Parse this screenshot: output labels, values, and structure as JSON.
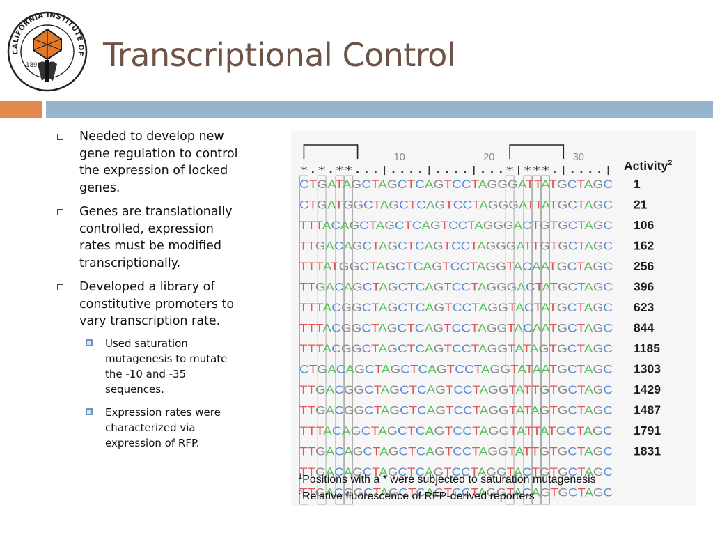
{
  "title": "Transcriptional Control",
  "logo": {
    "year": "1891",
    "ring_text": "CALIFORNIA INSTITUTE OF TECHNOLOGY"
  },
  "colors": {
    "title": "#6e5346",
    "band_orange": "#e4894d",
    "band_blue": "#98b3cc",
    "base_T": "#e05555",
    "base_G": "#8a8a8a",
    "base_C": "#5b8bd6",
    "base_A": "#57c05c",
    "mutation_box": "#9a9a9a"
  },
  "bullets": [
    {
      "text": "Needed to develop new gene regulation to control the expression of locked genes.",
      "lines": [
        "Needed to develop new",
        "gene regulation to control",
        "the expression of locked",
        "genes."
      ]
    },
    {
      "text": "Genes are translationally controlled, expression rates must be modified transcriptionally.",
      "lines": [
        "Genes are translationally",
        "controlled, expression",
        "rates must be modified",
        "transcriptionally."
      ]
    },
    {
      "text": "Developed a library of constitutive promoters to vary transcription rate.",
      "lines": [
        "Developed a library of",
        "constitutive promoters to",
        "vary transcription rate."
      ],
      "sub": [
        {
          "text": "Used saturation mutagenesis to mutate the -10 and -35 sequences.",
          "lines": [
            "Used saturation",
            "mutagenesis to mutate",
            "the -10 and -35",
            "sequences."
          ]
        },
        {
          "text": "Expression rates were characterized via expression of RFP.",
          "lines": [
            "Expression rates were",
            "characterized via",
            "expression of RFP."
          ]
        }
      ]
    }
  ],
  "figure": {
    "ruler": "*.*.**...|....|....|...*|***.|....|",
    "position_ticks": [
      {
        "label": "10",
        "position": 10
      },
      {
        "label": "20",
        "position": 20
      },
      {
        "label": "30",
        "position": 30
      }
    ],
    "activity_header": "Activity",
    "activity_header_sup": "2",
    "bracket_regions": [
      [
        1,
        6
      ],
      [
        24,
        29
      ]
    ],
    "rows": [
      {
        "sequence": "CTGATAGCTAGCTCAGTCCTAGGGATTATGCTAGC",
        "activity": "1"
      },
      {
        "sequence": "CTGATGGCTAGCTCAGTCCTAGGGATTATGCTAGC",
        "activity": "21"
      },
      {
        "sequence": "TTTACAGCTAGCTCAGTCCTAGGGACTGTGCTAGC",
        "activity": "106"
      },
      {
        "sequence": "TTGACAGCTAGCTCAGTCCTAGGGATTGTGCTAGC",
        "activity": "162"
      },
      {
        "sequence": "TTTATGGCTAGCTCAGTCCTAGGTACAATGCTAGC",
        "activity": "256"
      },
      {
        "sequence": "TTGACAGCTAGCTCAGTCCTAGGGACTATGCTAGC",
        "activity": "396"
      },
      {
        "sequence": "TTTACGGCTAGCTCAGTCCTAGGTACTATGCTAGC",
        "activity": "623"
      },
      {
        "sequence": "TTTACGGCTAGCTCAGTCCTAGGTACAATGCTAGC",
        "activity": "844"
      },
      {
        "sequence": "TTTACGGCTAGCTCAGTCCTAGGTATAGTGCTAGC",
        "activity": "1185"
      },
      {
        "sequence": "CTGACAGCTAGCTCAGTCCTAGGTATAATGCTAGC",
        "activity": "1303"
      },
      {
        "sequence": "TTGACGGCTAGCTCAGTCCTAGGTATTGTGCTAGC",
        "activity": "1429"
      },
      {
        "sequence": "TTGACGGCTAGCTCAGTCCTAGGTATAGTGCTAGC",
        "activity": "1487"
      },
      {
        "sequence": "TTTACAGCTAGCTCAGTCCTAGGTATTATGCTAGC",
        "activity": "1791"
      },
      {
        "sequence": "TTGACAGCTAGCTCAGTCCTAGGTATTGTGCTAGC",
        "activity": "1831"
      },
      {
        "sequence": "TTGACAGCTAGCTCAGTCCTAGGTACTGTGCTAGC",
        "activity": ""
      },
      {
        "sequence": "TTGACGGCTAGCTCAGTCCTAGGTACAGTGCTAGC",
        "activity": ""
      }
    ],
    "footnotes": [
      {
        "sup": "1",
        "text": "Positions with a * were subjected to saturation mutagenesis"
      },
      {
        "sup": "2",
        "text": "Relative fluorescence of RFP-derived reporters"
      }
    ]
  }
}
